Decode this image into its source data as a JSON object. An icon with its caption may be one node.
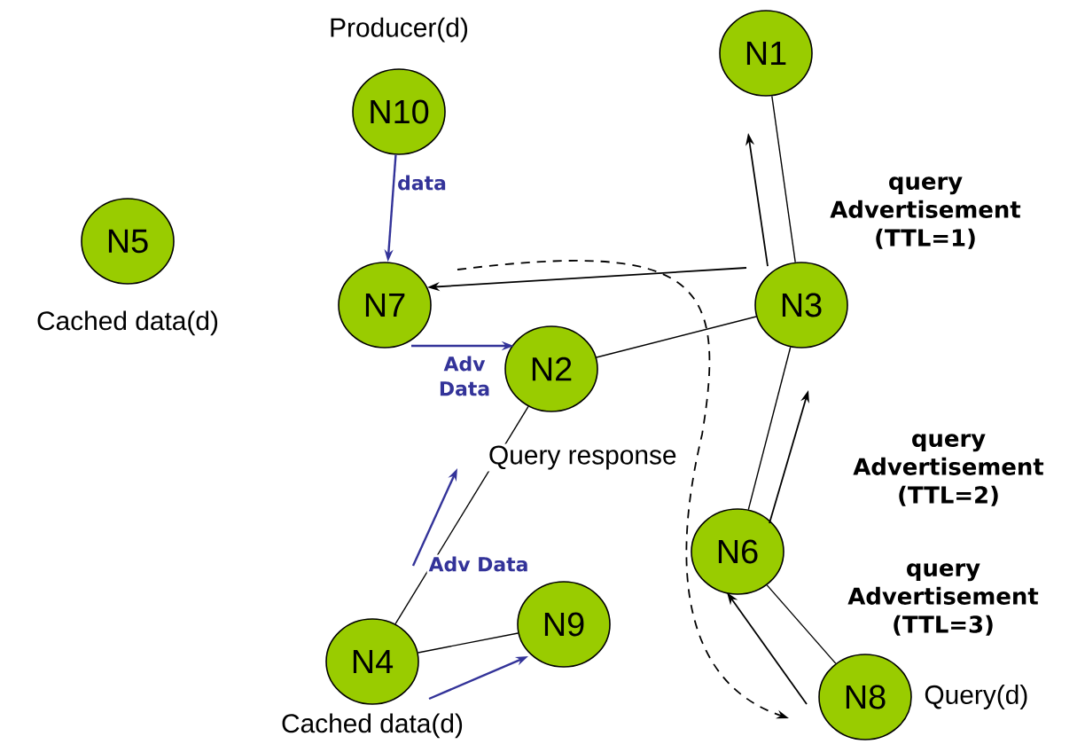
{
  "diagram": {
    "nodes": [
      {
        "text": [
          "N1"
        ]
      },
      {
        "text": [
          "N10"
        ],
        "beside": [
          "Producer(d)"
        ]
      },
      {
        "text": [
          "N5"
        ],
        "beside": [
          "Cached data(d)"
        ]
      },
      {
        "text": [
          "N7"
        ]
      },
      {
        "text": [
          "N3"
        ]
      },
      {
        "text": [
          "N2"
        ]
      },
      {
        "text": [
          "N6"
        ]
      },
      {
        "text": [
          "N9"
        ]
      },
      {
        "text": [
          "N4"
        ],
        "beside": [
          "Cached data(d)"
        ]
      },
      {
        "text": [
          "N8"
        ],
        "beside": [
          "Query(d)"
        ]
      }
    ],
    "edges": [
      {
        "from": 0,
        "to": 4,
        "arrow": "none"
      },
      {
        "from": 4,
        "to": 5,
        "arrow": "none"
      },
      {
        "from": 4,
        "to": 6,
        "arrow": "none"
      },
      {
        "from": 6,
        "to": 9,
        "arrow": "none"
      },
      {
        "from": 5,
        "to": 8,
        "arrow": "none"
      },
      {
        "from": 8,
        "to": 7,
        "arrow": "none"
      },
      {
        "from": 1,
        "to": 3,
        "arrow": "to",
        "label": "data",
        "color": "#333399"
      },
      {
        "from": 3,
        "to": 5,
        "arrow": "to",
        "label": "Adv Data",
        "color": "#333399"
      },
      {
        "from": 4,
        "to": 3,
        "arrow": "to"
      },
      {
        "from": 4,
        "to": 0,
        "arrow": "to"
      },
      {
        "from": 6,
        "to": 4,
        "arrow": "to"
      },
      {
        "from": 9,
        "to": 6,
        "arrow": "to"
      },
      {
        "from": 8,
        "to": 5,
        "arrow": "to",
        "label": "Adv Data",
        "color": "#333399"
      },
      {
        "from": 8,
        "to": 7,
        "arrow": "to",
        "color": "#333399"
      },
      {
        "from": 3,
        "to": 9,
        "arrow": "to",
        "style": "dashed",
        "label": "Query response"
      }
    ],
    "labels": [
      "query Advertisement (TTL=1)",
      "query Advertisement (TTL=2)",
      "query Advertisement (TTL=3)"
    ]
  }
}
